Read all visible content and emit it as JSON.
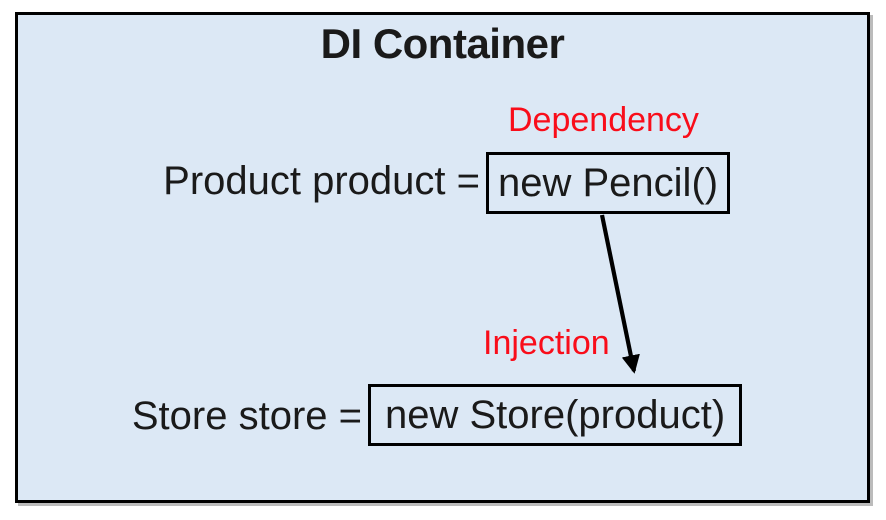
{
  "diagram": {
    "title": "DI Container",
    "dependency_label": "Dependency",
    "injection_label": "Injection",
    "statements": [
      {
        "prefix": "Product product =",
        "boxed": "new Pencil()"
      },
      {
        "prefix": "Store store =",
        "boxed": "new Store(product)"
      }
    ],
    "arrow": {
      "from": "new Pencil()",
      "to": "new Store(product)",
      "meaning": "Injection"
    },
    "colors": {
      "canvas_background": "#ffffff",
      "container_background": "#dce8f5",
      "border": "#000000",
      "label_red": "#f90d1a",
      "text": "#1a1a1a"
    }
  }
}
